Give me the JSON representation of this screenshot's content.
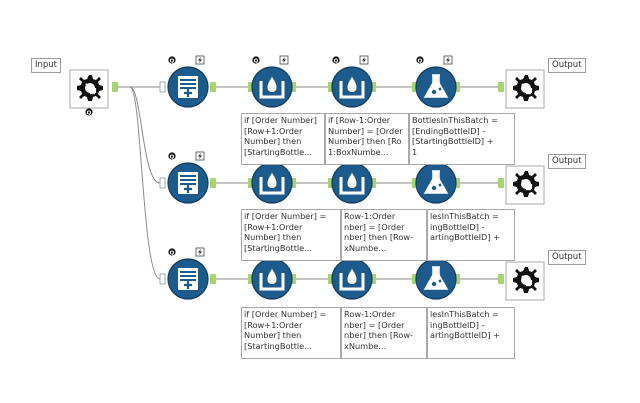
{
  "canvas": {
    "background": "#ffffff",
    "connection_color": "#8a8a8a",
    "anchor_color": "#a7d46f",
    "tool_blue": "#1d5b8c",
    "tool_dark": "#113d62"
  },
  "labels": {
    "input": "Input",
    "output_1": "Output",
    "output_2": "Output",
    "output_3": "Output"
  },
  "annotations": {
    "row1": {
      "a": "if [Order Number]\n[Row+1:Order\nNumber] then\n[StartingBottle...",
      "b": "if [Row-1:Order\nNumber] = [Order\nNumber] then [Ro\n1:BoxNumbe...",
      "c": "BottlesInThisBatch =\n[EndingBottleID] -\n[StartingBottleID] +\n1"
    },
    "row2": {
      "a": "if [Order Number] =\n[Row+1:Order\nNumber] then\n[StartingBottle...",
      "b": "Row-1:Order\nnber] = [Order\nnber] then [Row-\nxNumbe...",
      "c": "lesInThisBatch =\ningBottleID] -\nartingBottleID] +"
    },
    "row3": {
      "a": "if [Order Number] =\n[Row+1:Order\nNumber] then\n[StartingBottle...",
      "b": "Row-1:Order\nnber] = [Order\nnber] then [Row-\nxNumbe...",
      "c": "lesInThisBatch =\ningBottleID] -\nartingBottleID] +"
    }
  },
  "icons": {
    "input_tool": "gear-arrow-icon",
    "record_id": "list-plus-icon",
    "multi_row": "water-drop-bucket-icon",
    "formula": "flask-icon",
    "output_tool": "gear-arrow-icon",
    "badge_q": "q-badge-icon",
    "badge_lightning": "lightning-icon"
  }
}
